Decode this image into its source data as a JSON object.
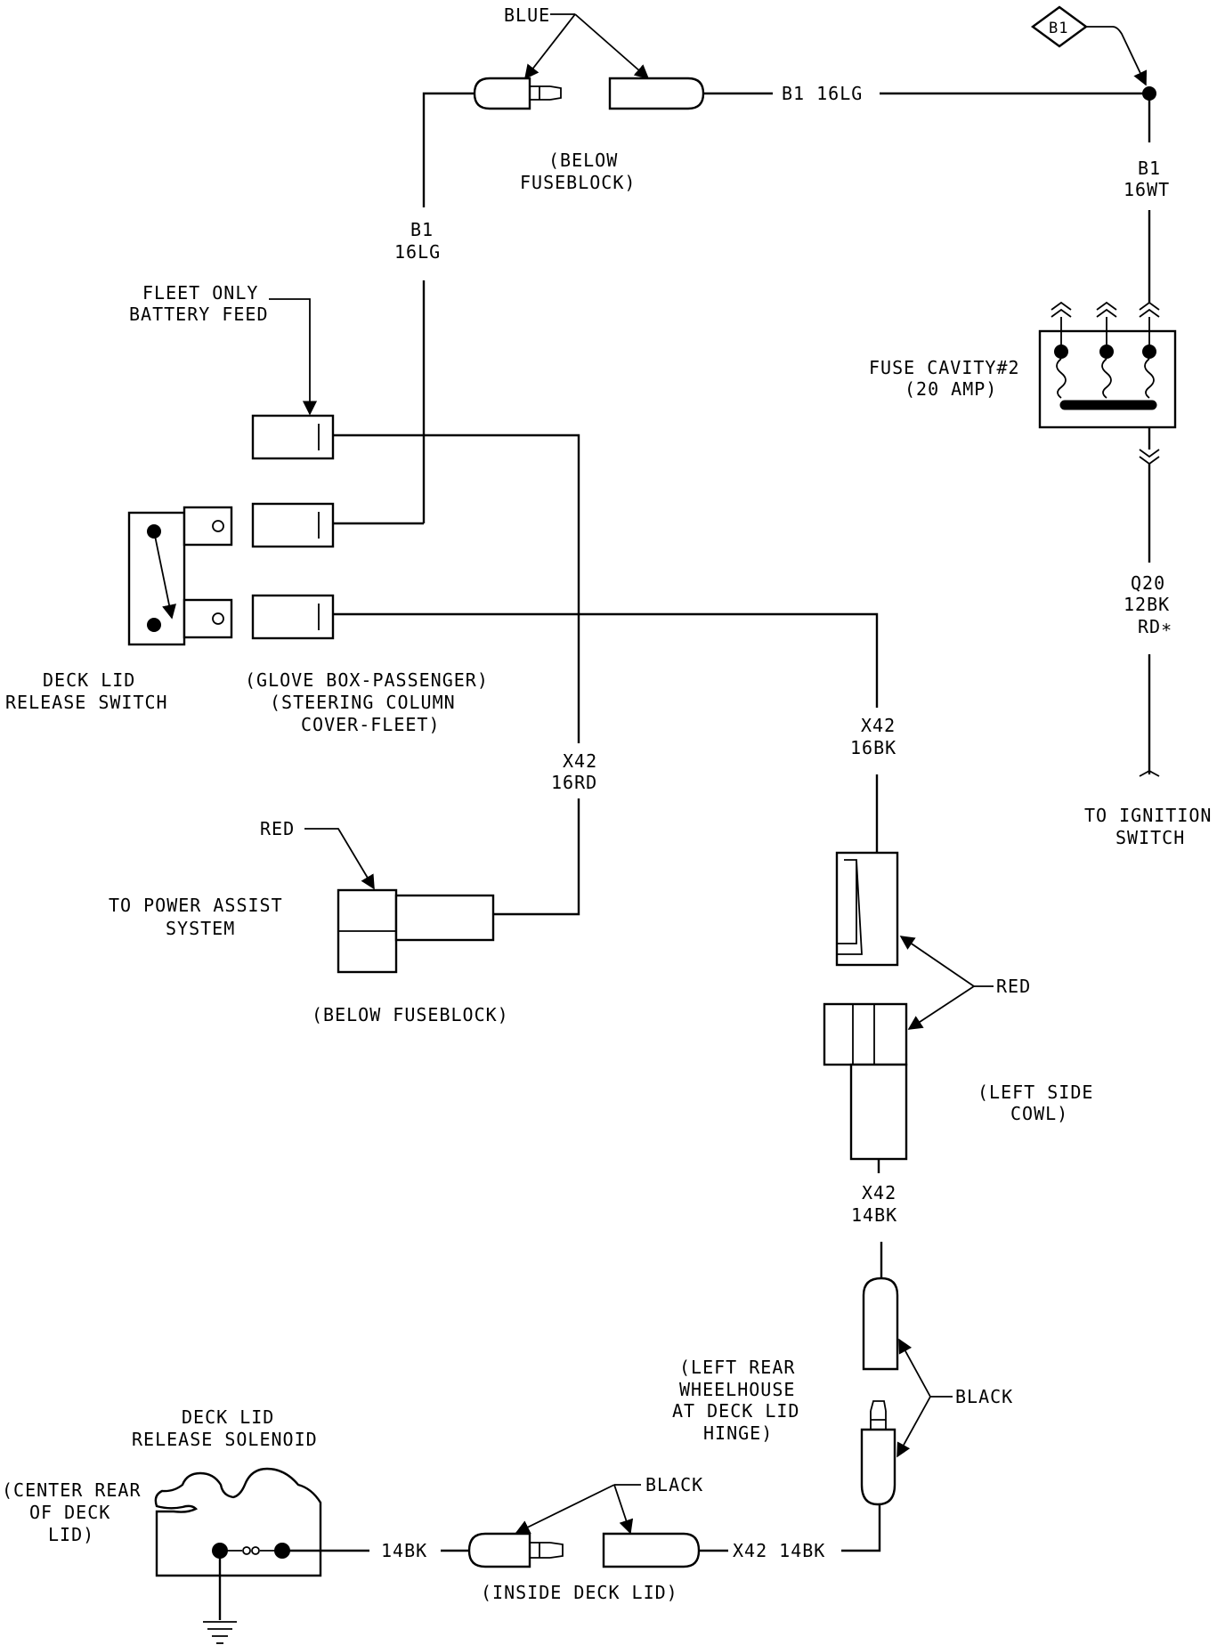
{
  "labels": {
    "blue_top": "BLUE",
    "b1_diamond": "B1",
    "b1_16lg_right": "B1 16LG",
    "below_fuseblock_top_1": "(BELOW",
    "below_fuseblock_top_2": "FUSEBLOCK)",
    "b1_vert_1": "B1",
    "b1_vert_2": "16LG",
    "b1_right_1": "B1",
    "b1_right_2": "16WT",
    "fleet_1": "FLEET ONLY",
    "fleet_2": "BATTERY FEED",
    "fuse_1": "FUSE CAVITY#2",
    "fuse_2": "(20 AMP)",
    "q20_1": "Q20",
    "q20_2": "12BK",
    "q20_3": "RD∗",
    "deck_switch_1": "DECK LID",
    "deck_switch_2": "RELEASE SWITCH",
    "glove_1": "(GLOVE BOX-PASSENGER)",
    "glove_2": "(STEERING COLUMN",
    "glove_3": "COVER-FLEET)",
    "x42_16bk_1": "X42",
    "x42_16bk_2": "16BK",
    "x42_16rd_1": "X42",
    "x42_16rd_2": "16RD",
    "ignition_1": "TO IGNITION",
    "ignition_2": "SWITCH",
    "red_power": "RED",
    "power_1": "TO POWER ASSIST",
    "power_2": "SYSTEM",
    "below_fuseblock_bottom": "(BELOW FUSEBLOCK)",
    "red_cowl": "RED",
    "cowl_1": "(LEFT SIDE",
    "cowl_2": "COWL)",
    "x42_14bk_1": "X42",
    "x42_14bk_2": "14BK",
    "black_right": "BLACK",
    "wheelhouse_1": "(LEFT REAR",
    "wheelhouse_2": "WHEELHOUSE",
    "wheelhouse_3": "AT DECK LID",
    "wheelhouse_4": "HINGE)",
    "solenoid_1": "DECK LID",
    "solenoid_2": "RELEASE SOLENOID",
    "black_bottom": "BLACK",
    "center_1": "(CENTER REAR",
    "center_2": "OF DECK",
    "center_3": "LID)",
    "bk14_left": "14BK",
    "x42_14bk_bottom": "X42 14BK",
    "inside_deck": "(INSIDE DECK LID)"
  }
}
